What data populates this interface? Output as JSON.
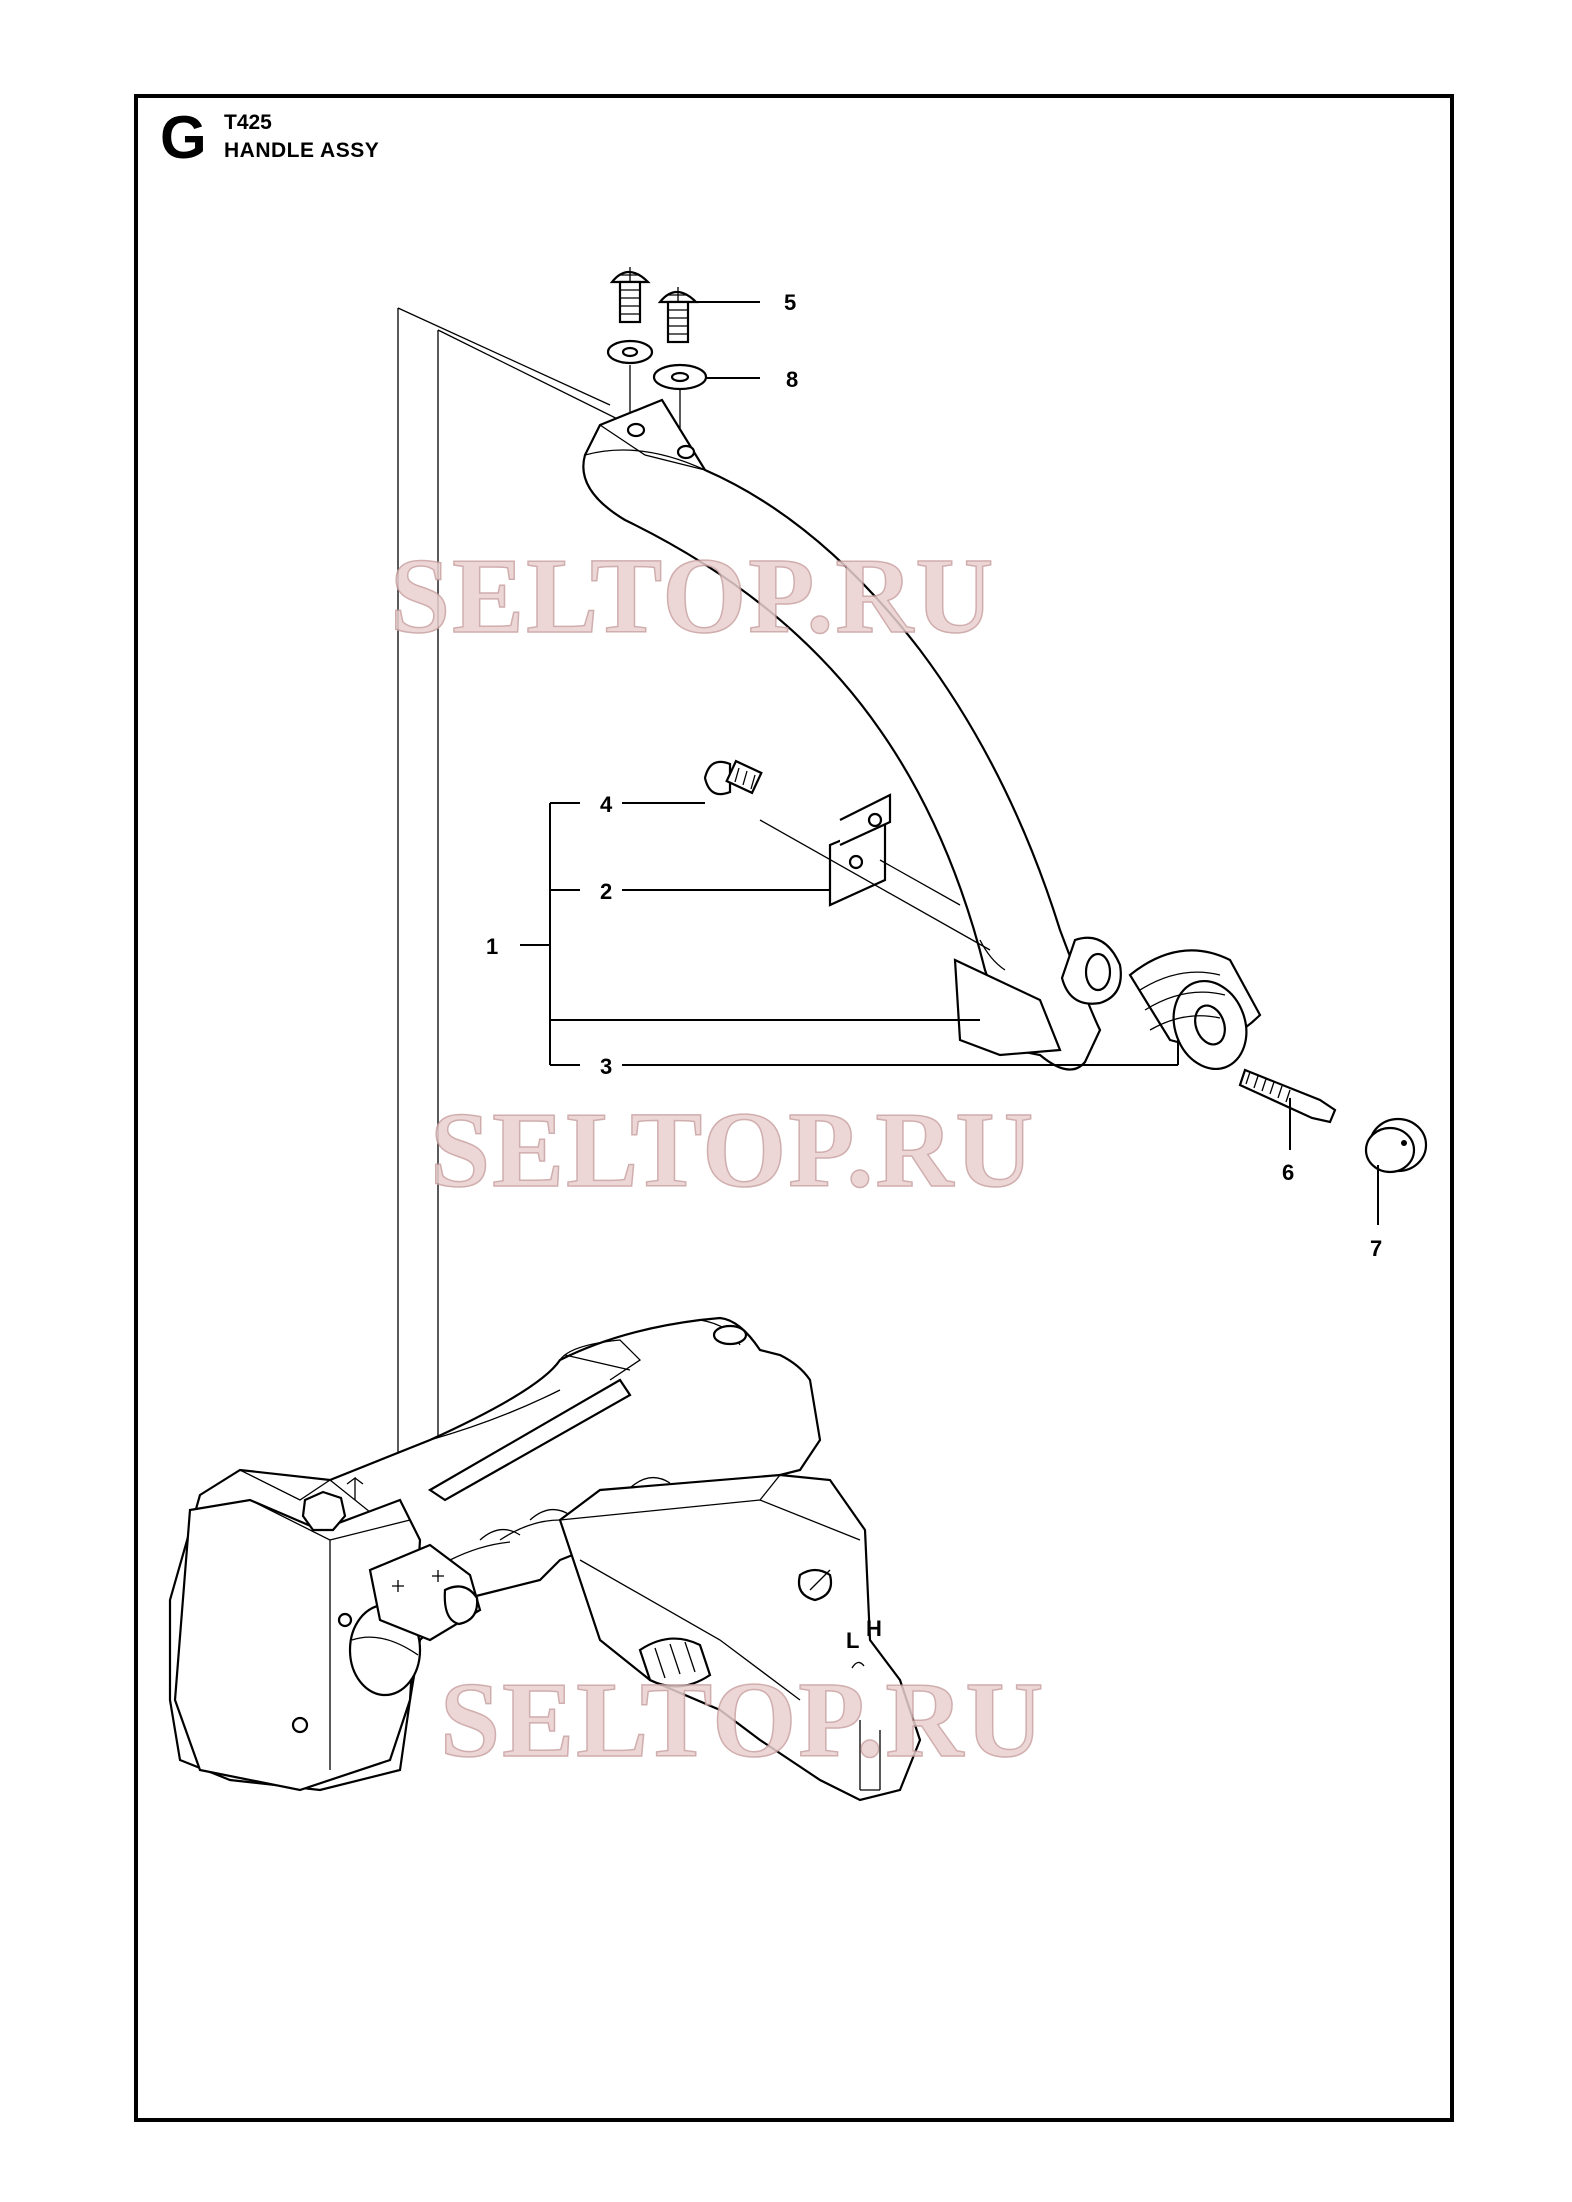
{
  "header": {
    "section_letter": "G",
    "model": "T425",
    "title": "HANDLE ASSY"
  },
  "callouts": [
    {
      "id": "c1",
      "label": "1"
    },
    {
      "id": "c2",
      "label": "2"
    },
    {
      "id": "c3",
      "label": "3"
    },
    {
      "id": "c4",
      "label": "4"
    },
    {
      "id": "c5",
      "label": "5"
    },
    {
      "id": "c6",
      "label": "6"
    },
    {
      "id": "c7",
      "label": "7"
    },
    {
      "id": "c8",
      "label": "8"
    }
  ],
  "watermark": "SELTOP.RU",
  "marks": {
    "low": "L",
    "high": "H"
  }
}
